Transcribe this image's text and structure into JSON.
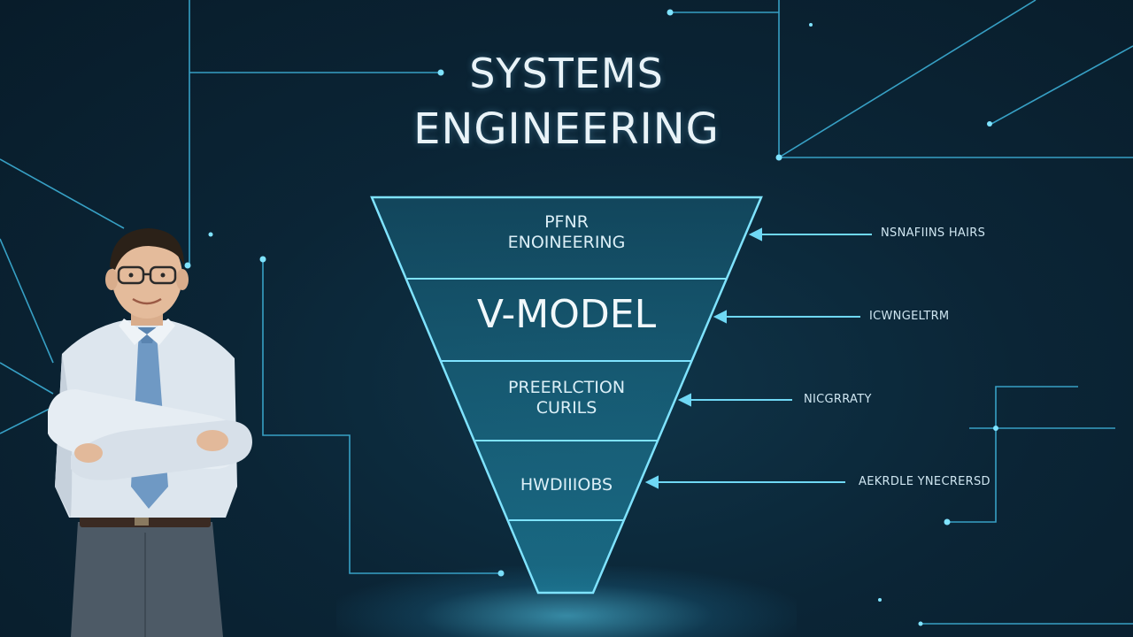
{
  "title": {
    "line1": "SYSTEMS",
    "line2": "ENGINEERING"
  },
  "funnel": {
    "stages": [
      {
        "label_line1": "PFNR",
        "label_line2": "ENOINEERING"
      },
      {
        "label": "V-MODEL"
      },
      {
        "label_line1": "PREERLCTION",
        "label_line2": "CURILS"
      },
      {
        "label": "HWDIIIOBS"
      },
      {
        "label": ""
      }
    ]
  },
  "side_labels": [
    "NSNAFIINS HAIRS",
    "ICWNGELTRM",
    "NICGRRATY",
    "AEKRDLE YNECRERSD"
  ],
  "colors": {
    "background": "#0b2233",
    "accent_cyan": "#5fd3f0",
    "text": "#e9f3f8"
  }
}
